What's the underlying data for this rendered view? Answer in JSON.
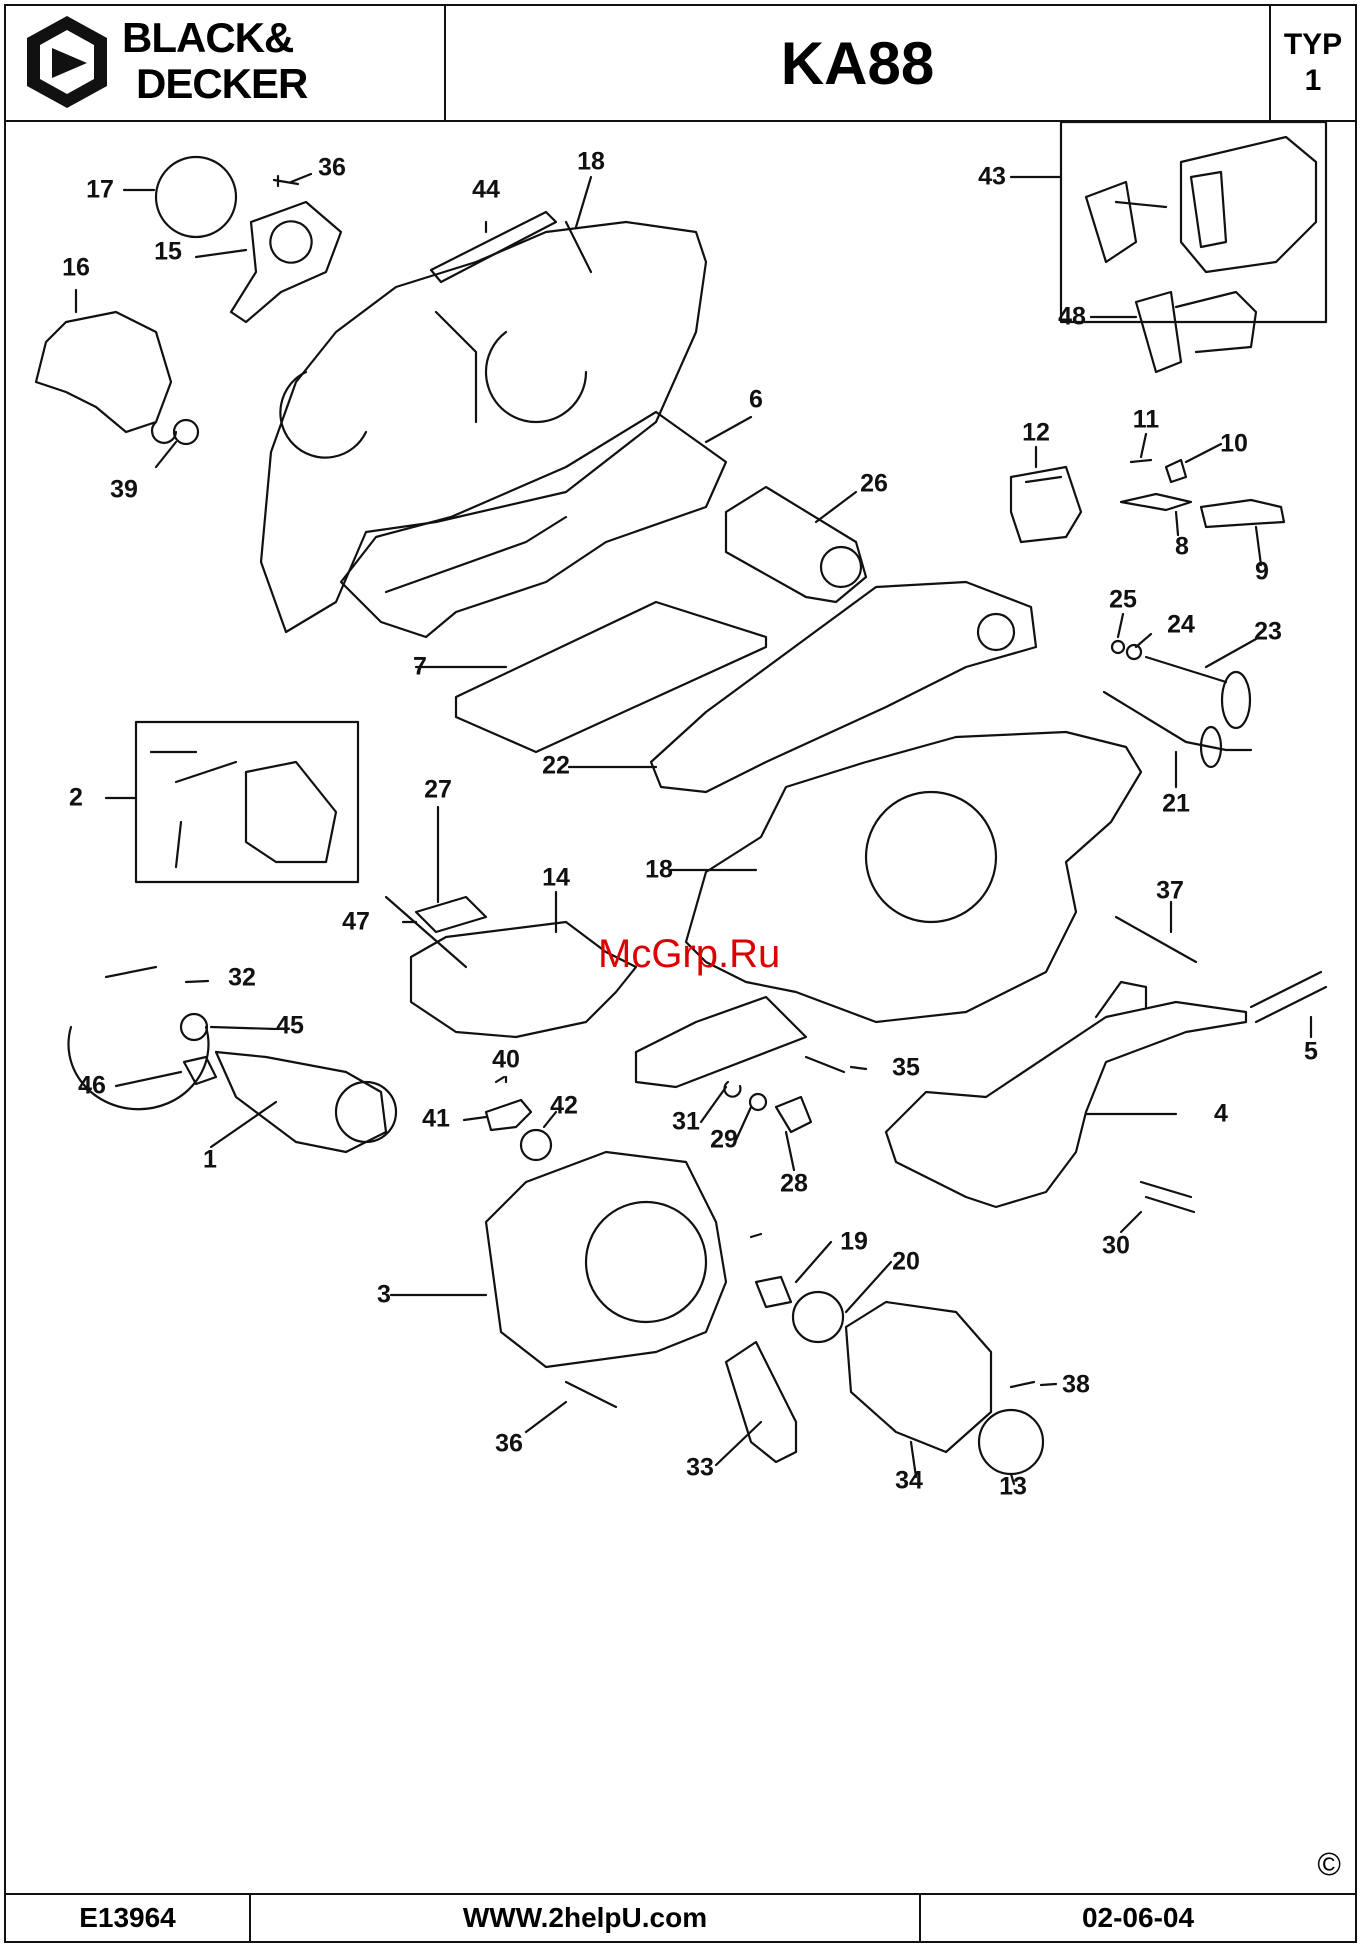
{
  "header": {
    "brand_line1": "BLACK&",
    "brand_line2": "DECKER",
    "model": "KA88",
    "typ_label": "TYP",
    "typ_value": "1"
  },
  "footer": {
    "doc_number": "E13964",
    "website": "WWW.2helpU.com",
    "date": "02-06-04"
  },
  "watermark": "McGrp.Ru",
  "copyright_symbol": "©",
  "part_labels": [
    {
      "n": "17"
    },
    {
      "n": "36"
    },
    {
      "n": "18"
    },
    {
      "n": "44"
    },
    {
      "n": "43"
    },
    {
      "n": "15"
    },
    {
      "n": "16"
    },
    {
      "n": "39"
    },
    {
      "n": "48"
    },
    {
      "n": "6"
    },
    {
      "n": "12"
    },
    {
      "n": "11"
    },
    {
      "n": "10"
    },
    {
      "n": "26"
    },
    {
      "n": "8"
    },
    {
      "n": "9"
    },
    {
      "n": "25"
    },
    {
      "n": "24"
    },
    {
      "n": "23"
    },
    {
      "n": "7"
    },
    {
      "n": "2"
    },
    {
      "n": "22"
    },
    {
      "n": "21"
    },
    {
      "n": "27"
    },
    {
      "n": "18"
    },
    {
      "n": "14"
    },
    {
      "n": "37"
    },
    {
      "n": "47"
    },
    {
      "n": "32"
    },
    {
      "n": "45"
    },
    {
      "n": "5"
    },
    {
      "n": "40"
    },
    {
      "n": "35"
    },
    {
      "n": "46"
    },
    {
      "n": "42"
    },
    {
      "n": "41"
    },
    {
      "n": "31"
    },
    {
      "n": "4"
    },
    {
      "n": "1"
    },
    {
      "n": "29"
    },
    {
      "n": "28"
    },
    {
      "n": "30"
    },
    {
      "n": "19"
    },
    {
      "n": "20"
    },
    {
      "n": "3"
    },
    {
      "n": "38"
    },
    {
      "n": "36"
    },
    {
      "n": "33"
    },
    {
      "n": "34"
    },
    {
      "n": "13"
    }
  ]
}
